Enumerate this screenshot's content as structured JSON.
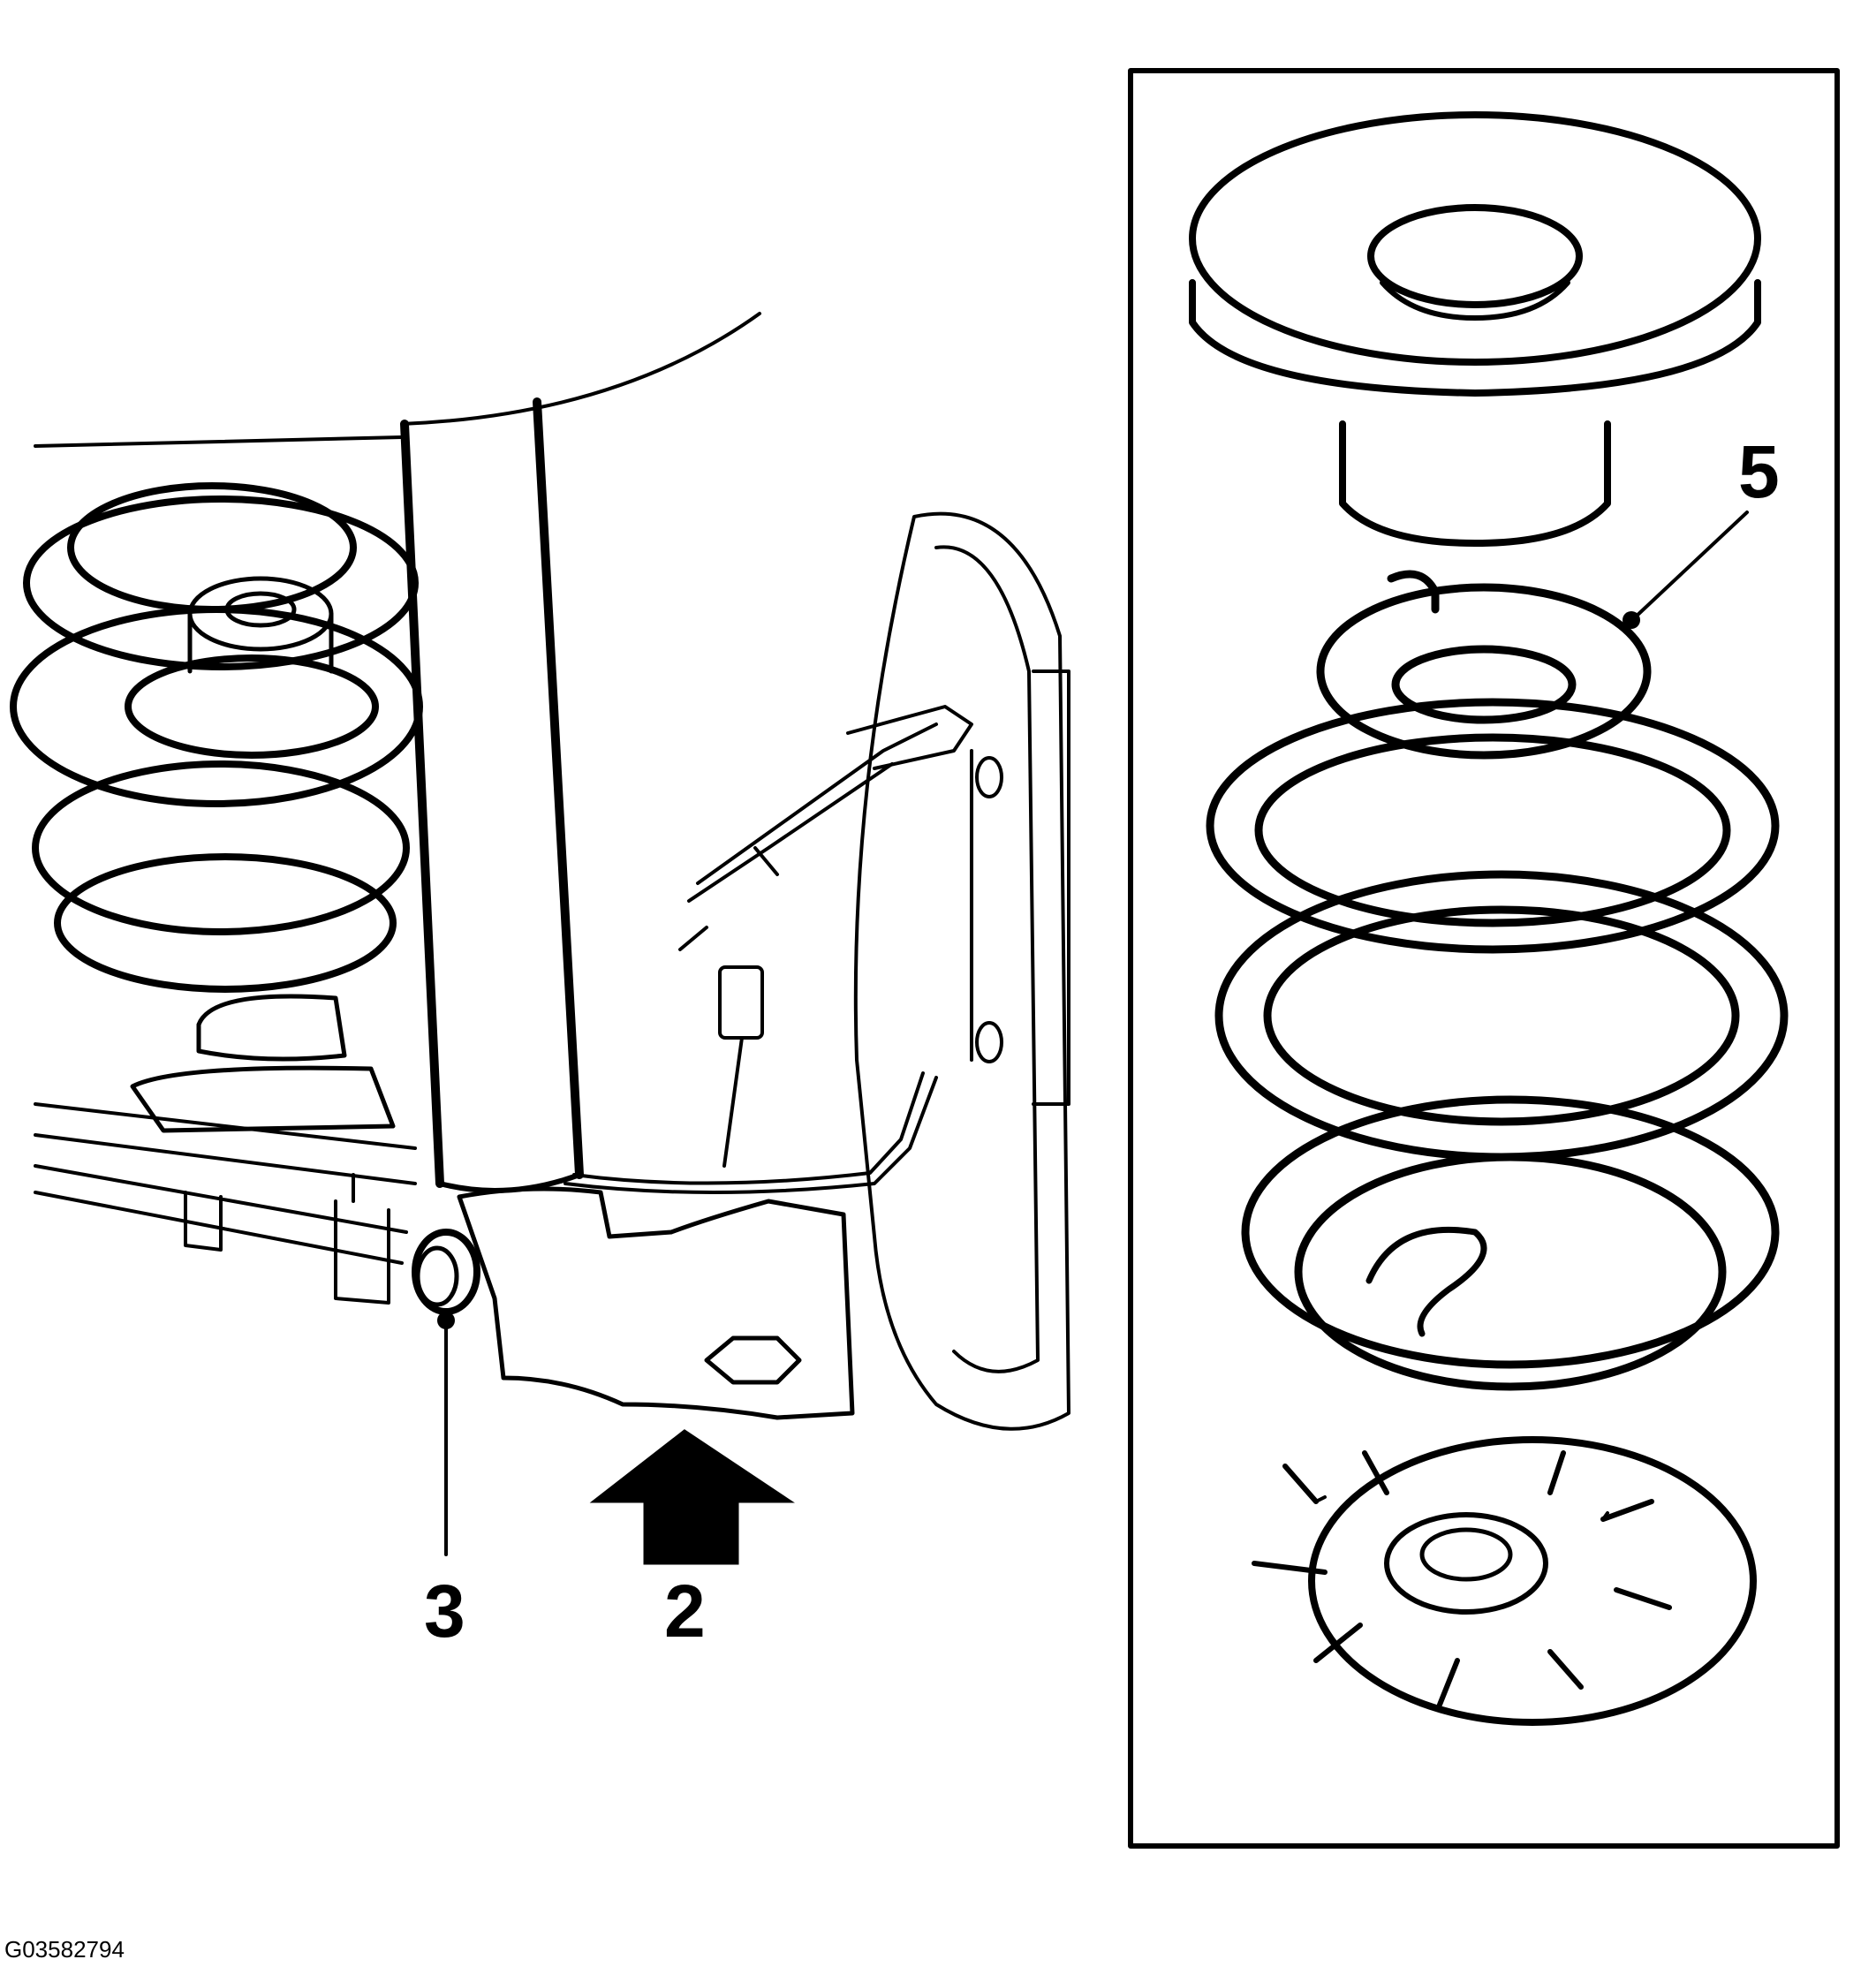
{
  "figure_id": "G03582794",
  "callouts": {
    "bolt": "3",
    "jack_arrow": "2",
    "spring": "5"
  },
  "icons": {
    "arrow": "up-arrow-icon"
  },
  "colors": {
    "ink": "#000000",
    "paper": "#ffffff"
  }
}
